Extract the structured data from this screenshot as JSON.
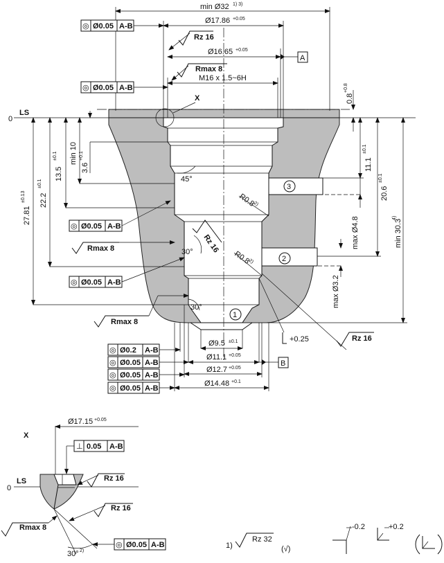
{
  "main": {
    "min32": "min Ø32",
    "min32_sup": "1) 3)",
    "d17_86": "Ø17.86",
    "d17_86_tol": "+0.05",
    "rz16_top": "Rz 16",
    "d16_65": "Ø16.65",
    "d16_65_tol": "+0.05",
    "datum_a": "A",
    "rmax8_top": "Rmax 8",
    "thread": "M16 x 1.5~6H",
    "x_label": "X",
    "ls": "LS",
    "zero": "0",
    "dim_0_8": "0.8",
    "dim_0_8_tol": "+0.8",
    "min10": "min 10",
    "dim_3_6": "3.6",
    "dim_3_6_tol": "+0.1",
    "dim_13_5": "13.5",
    "dim_13_5_tol": "±0.1",
    "dim_22_2": "22.2",
    "dim_22_2_tol": "±0.1",
    "dim_27_81": "27.81",
    "dim_27_81_tol": "±0.13",
    "dim_11_1v": "11.1",
    "dim_11_1v_tol": "±0.1",
    "dim_20_6": "20.6",
    "dim_20_6_tol": "±0.1",
    "min30_3": "min 30.3",
    "min30_3_sup": "4)",
    "max4_8": "max Ø4.8",
    "max3_2": "max Ø3.2",
    "ang45": "45°",
    "ang30a": "30°",
    "ang30b": "30°",
    "rz16_mid": "Rz 16",
    "r08a": "R0.8",
    "r08a_sup": "2)",
    "r08b": "R0.8",
    "r08b_sup": "2)",
    "c1": "1",
    "c2": "2",
    "c3": "3",
    "plus025": "+0.25",
    "rz16_right": "Rz 16",
    "rmax8_mid": "Rmax 8",
    "rmax8_low": "Rmax 8",
    "d9_5": "Ø9.5",
    "d9_5_tol": "±0.1",
    "d11_1": "Ø11.1",
    "d11_1_tol": "+0.05",
    "d12_7": "Ø12.7",
    "d12_7_tol": "+0.05",
    "d14_48": "Ø14.48",
    "d14_48_tol": "+0.1",
    "datum_b": "B",
    "fcf_sym": "◎",
    "fcf_top1": {
      "val": "Ø0.05",
      "ref": "A-B"
    },
    "fcf_top2": {
      "val": "Ø0.05",
      "ref": "A-B"
    },
    "fcf_mid1": {
      "val": "Ø0.05",
      "ref": "A-B"
    },
    "fcf_mid2": {
      "val": "Ø0.05",
      "ref": "A-B"
    },
    "fcf_b1": {
      "val": "Ø0.2",
      "ref": "A-B"
    },
    "fcf_b2": {
      "val": "Ø0.05",
      "ref": "A-B"
    },
    "fcf_b3": {
      "val": "Ø0.05",
      "ref": "A-B"
    },
    "fcf_b4": {
      "val": "Ø0.05",
      "ref": "A-B"
    }
  },
  "detail": {
    "x_label": "X",
    "d17_15": "Ø17.15",
    "d17_15_tol": "+0.05",
    "perp_sym": "⊥",
    "perp_val": "0.05",
    "perp_ref": "A-B",
    "ls": "LS",
    "zero": "0",
    "rz16a": "Rz 16",
    "rz16b": "Rz 16",
    "rmax8": "Rmax 8",
    "ang30": "30°",
    "ang30_sup": "2)",
    "fcf_sym": "◎",
    "fcf_val": "Ø0.05",
    "fcf_ref": "A-B"
  },
  "legend": {
    "note1": "1)",
    "rz32": "Rz 32",
    "check": "(√)",
    "minus02": "-0.2",
    "plus02": "+0.2"
  }
}
